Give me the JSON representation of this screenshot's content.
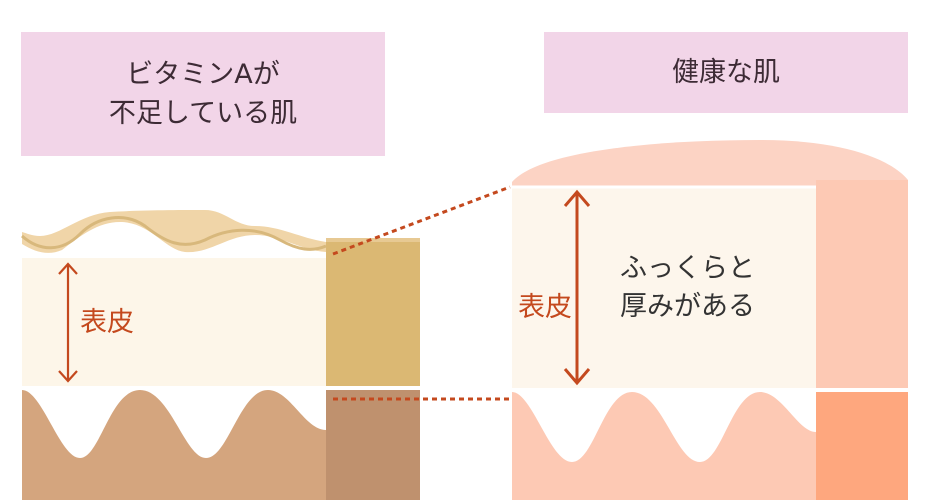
{
  "left_panel": {
    "title_line1": "ビタミンAが",
    "title_line2": "不足している肌",
    "epidermis_label": "表皮"
  },
  "right_panel": {
    "title": "健康な肌",
    "epidermis_label": "表皮",
    "description_line1": "ふっくらと",
    "description_line2": "厚みがある"
  },
  "colors": {
    "label_bg": "#f2d5e8",
    "left_surface": "#f0d5a8",
    "left_epidermis": "#fdf6e9",
    "left_dermis": "#d4a57e",
    "left_side": "#dbb873",
    "left_side_dark": "#bf916e",
    "right_top": "#fcd3c4",
    "right_epidermis": "#fdf6ec",
    "right_dermis": "#fdc9b4",
    "right_side": "#fdc9b4",
    "right_side_dark": "#fea77e",
    "arrow": "#c4491e"
  }
}
